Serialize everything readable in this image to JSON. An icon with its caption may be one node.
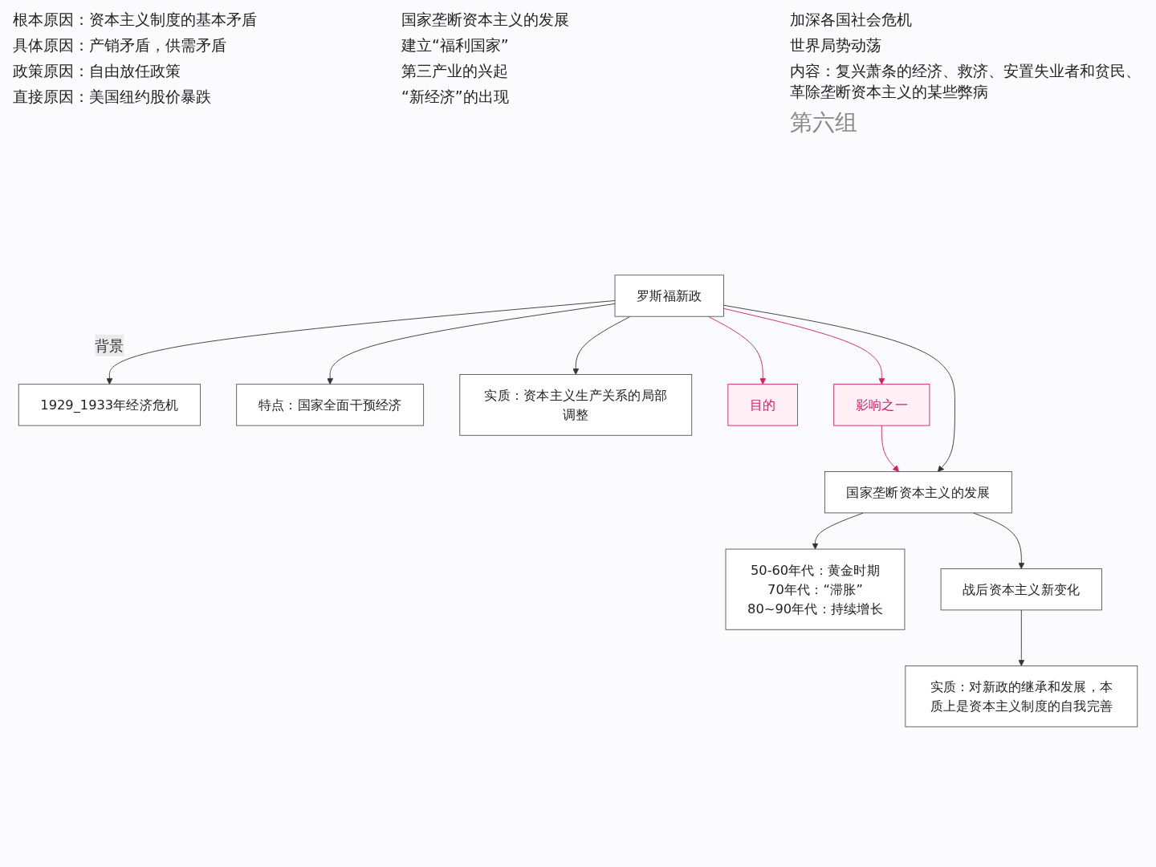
{
  "diagram": {
    "nodes": [
      {
        "text": [
          "1929_1933年经济危机"
        ]
      },
      {
        "text": [
          "罗斯福新政"
        ]
      },
      {
        "text": [
          "特点：国家全面干预经济"
        ]
      },
      {
        "text": [
          "实质：资本主义生产关系的局部调整"
        ]
      },
      {
        "text": [
          "目的"
        ]
      },
      {
        "text": [
          "影响之一"
        ]
      },
      {
        "text": [
          "国家垄断资本主义的发展"
        ]
      },
      {
        "text": [
          "50-60年代：黄金时期",
          "70年代：“滞胀”",
          "80~90年代：持续增长"
        ]
      },
      {
        "text": [
          "战后资本主义新变化"
        ]
      },
      {
        "text": [
          "实质：对新政的继承和发展，本质上是资本主义制度的自我完善"
        ]
      }
    ],
    "edges": [
      {
        "from": 1,
        "to": 0,
        "arrow": "to",
        "label": "背景"
      },
      {
        "from": 1,
        "to": 2,
        "arrow": "to"
      },
      {
        "from": 1,
        "to": 3,
        "arrow": "to"
      },
      {
        "from": 1,
        "to": 4,
        "arrow": "to",
        "color": "#d81b60"
      },
      {
        "from": 1,
        "to": 5,
        "arrow": "to",
        "color": "#d81b60"
      },
      {
        "from": 5,
        "to": 6,
        "arrow": "to",
        "color": "#d81b60"
      },
      {
        "from": 1,
        "to": 6,
        "arrow": "to"
      },
      {
        "from": 6,
        "to": 8,
        "arrow": "to"
      },
      {
        "from": 6,
        "to": 7,
        "arrow": "to"
      },
      {
        "from": 8,
        "to": 9,
        "arrow": "to"
      }
    ],
    "labels": [
      "根本原因：资本主义制度的基本矛盾",
      "具体原因：产销矛盾，供需矛盾",
      "政策原因：自由放任政策",
      "直接原因：美国纽约股价暴跌",
      "内容：复兴萧条的经济、救济、安置失业者和贫民、革除垄断资本主义的某些弊病",
      "第六组",
      "加深各国社会危机",
      "世界局势动荡",
      "国家垄断资本主义的发展",
      "建立“福利国家”",
      "第三产业的兴起",
      "“新经济”的出现"
    ]
  }
}
